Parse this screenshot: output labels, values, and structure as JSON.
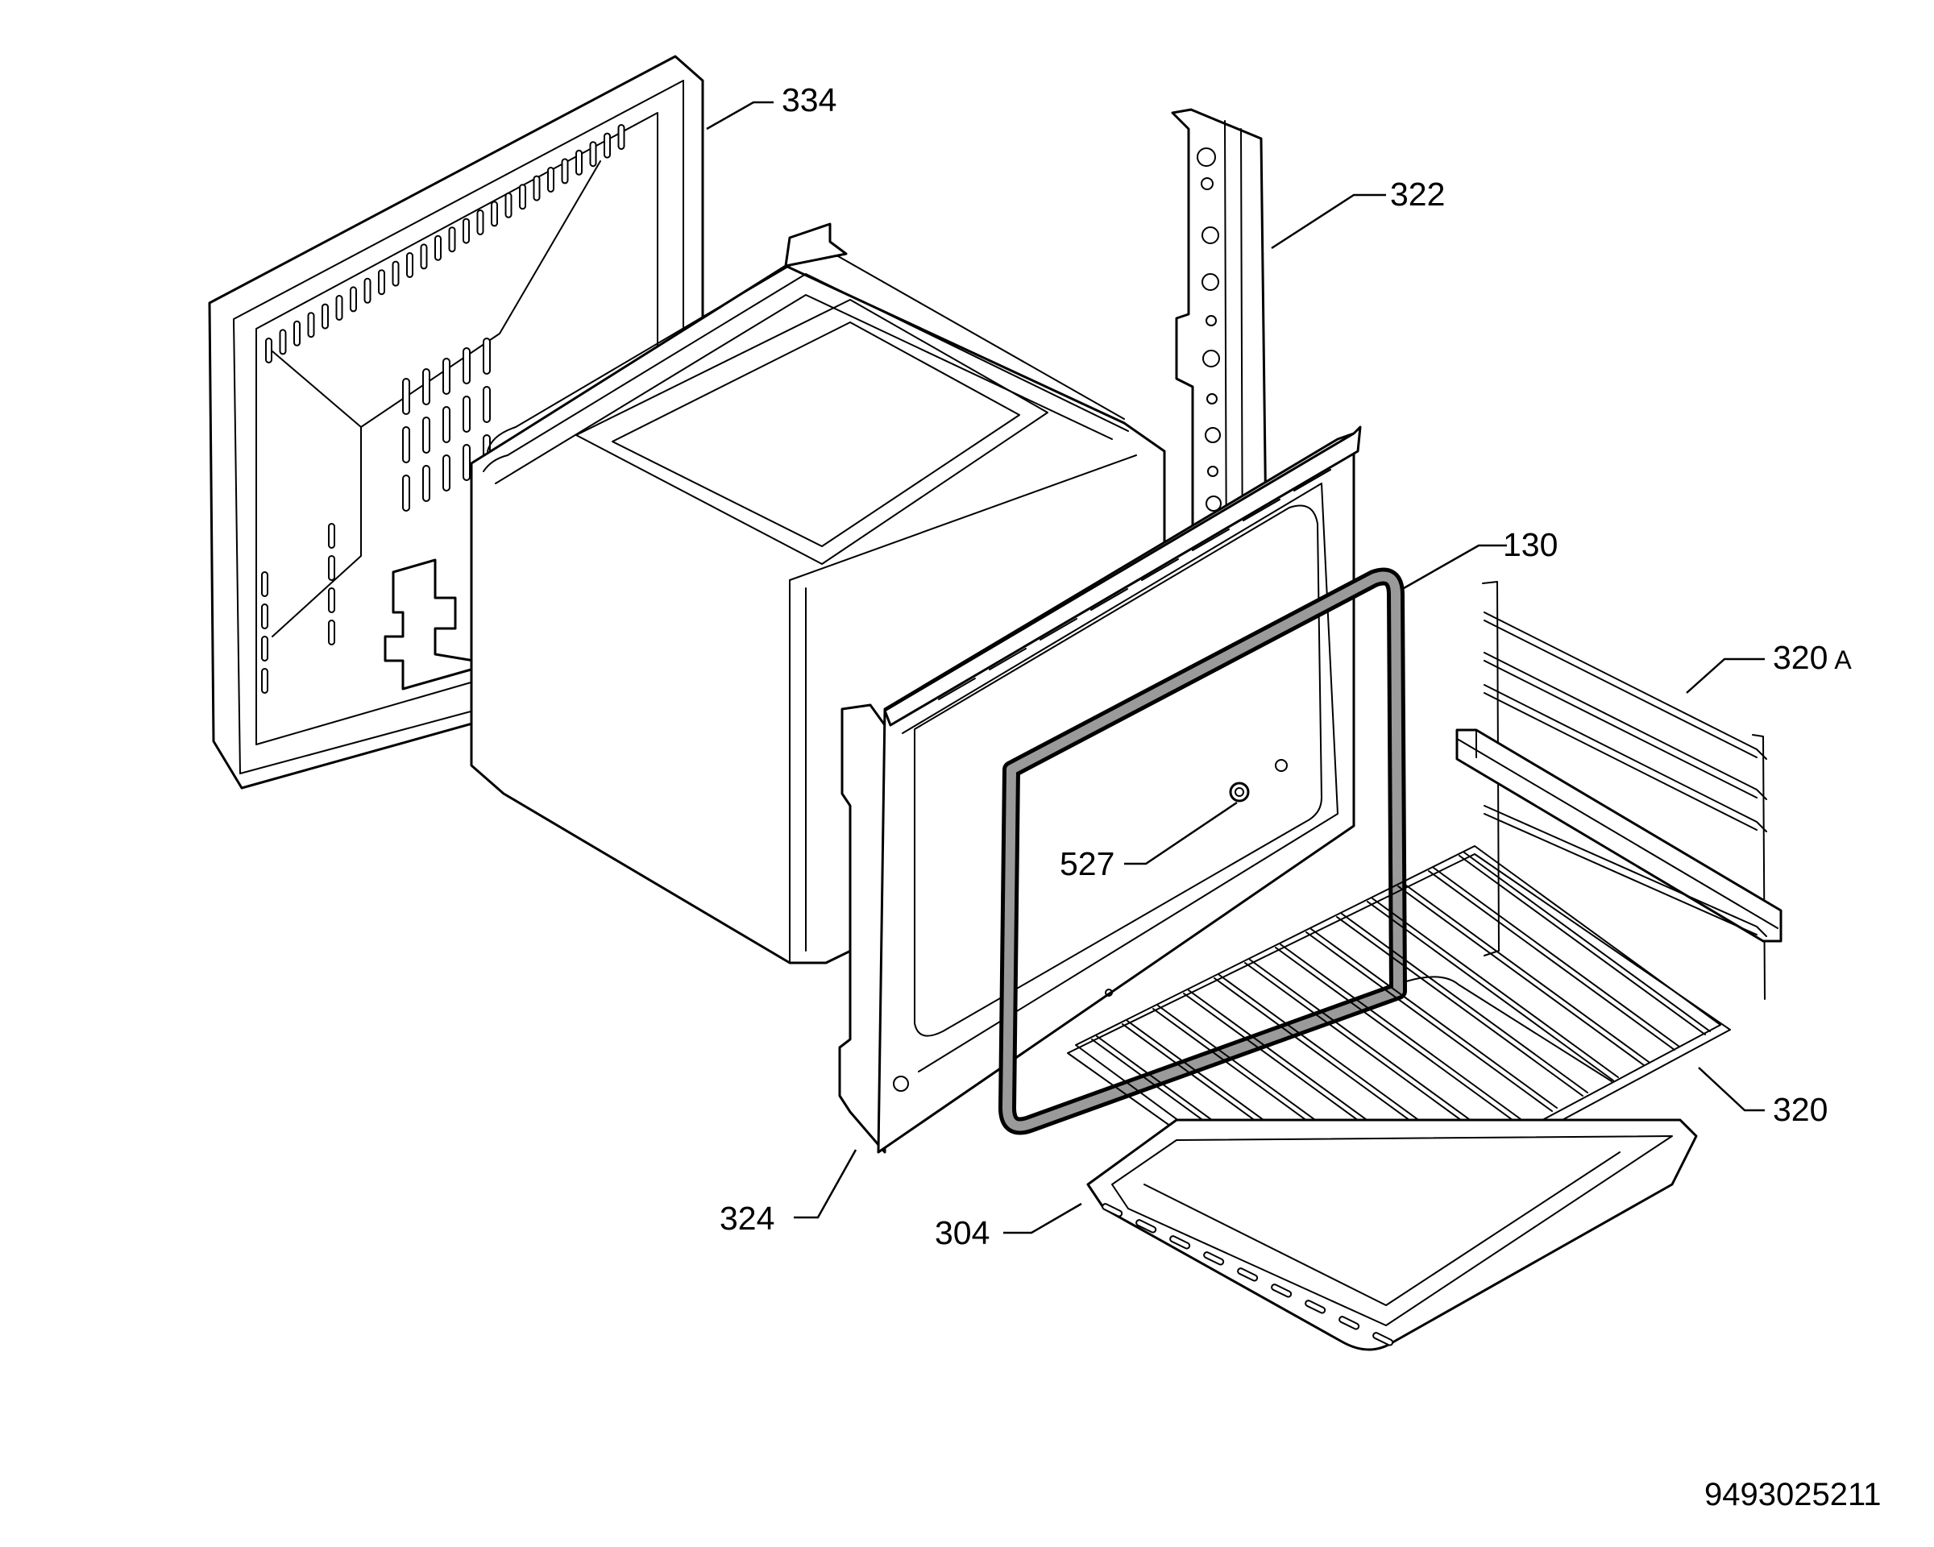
{
  "callouts": {
    "c334": "334",
    "c322": "322",
    "c130": "130",
    "c320a_number": "320",
    "c320a_suffix": "A",
    "c527": "527",
    "c324": "324",
    "c304": "304",
    "c320": "320"
  },
  "document_number": "9493025211",
  "colors": {
    "line": "#000000",
    "background": "#ffffff",
    "gasket_shading": "#9a9a9a"
  }
}
